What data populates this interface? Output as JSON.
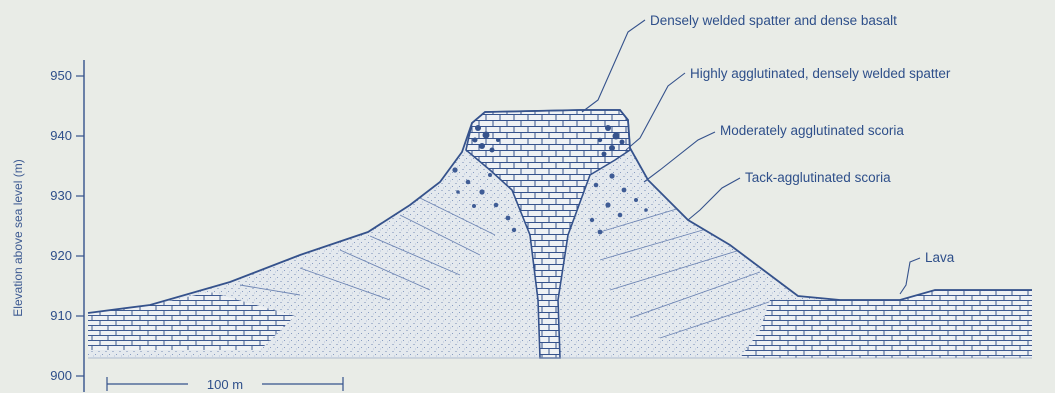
{
  "figure": {
    "y_axis": {
      "label": "Elevation above sea level (m)",
      "ticks": [
        "950",
        "940",
        "930",
        "920",
        "910",
        "900"
      ]
    },
    "scale_bar": {
      "label": "100 m"
    },
    "annotations": {
      "dense_basalt": "Densely welded spatter and dense basalt",
      "highly_agglutinated": "Highly agglutinated, densely welded spatter",
      "moderately_agglutinated": "Moderately agglutinated scoria",
      "tack_agglutinated": "Tack-agglutinated scoria",
      "lava": "Lava"
    }
  },
  "colors": {
    "ink": "#35528c",
    "background": "#e9ece7",
    "fill": "#dfe5ea"
  }
}
